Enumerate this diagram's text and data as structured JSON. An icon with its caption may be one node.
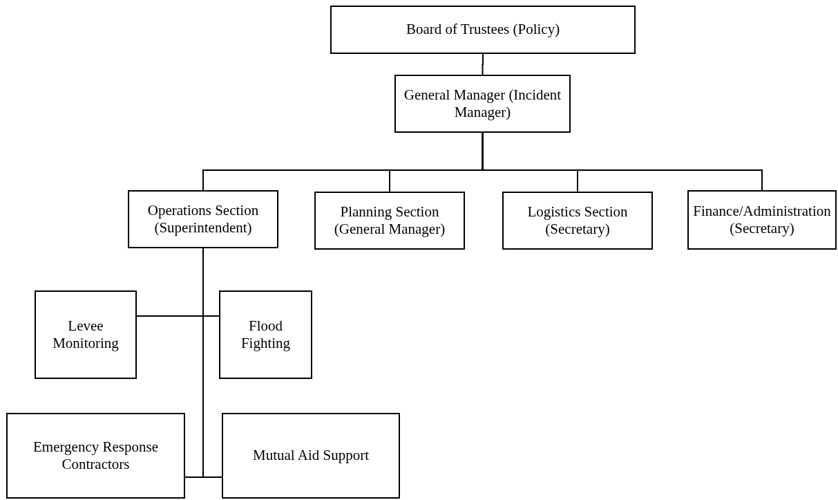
{
  "diagram": {
    "nodes": [
      {
        "text": [
          "Board of Trustees (Policy)"
        ]
      },
      {
        "text": [
          "General Manager (Incident Manager)"
        ]
      },
      {
        "text": [
          "Operations Section (Superintendent)"
        ]
      },
      {
        "text": [
          "Planning Section (General Manager)"
        ]
      },
      {
        "text": [
          "Logistics Section (Secretary)"
        ]
      },
      {
        "text": [
          "Finance/Administration (Secretary)"
        ]
      },
      {
        "text": [
          "Levee Monitoring"
        ]
      },
      {
        "text": [
          "Flood Fighting"
        ]
      },
      {
        "text": [
          "Emergency Response Contractors"
        ]
      },
      {
        "text": [
          "Mutual Aid Support"
        ]
      }
    ],
    "edges": [
      {
        "from": 0,
        "to": 1,
        "arrow": "none"
      },
      {
        "from": 1,
        "to": 2,
        "arrow": "none"
      },
      {
        "from": 1,
        "to": 3,
        "arrow": "none"
      },
      {
        "from": 1,
        "to": 4,
        "arrow": "none"
      },
      {
        "from": 1,
        "to": 5,
        "arrow": "none"
      },
      {
        "from": 2,
        "to": 6,
        "arrow": "none"
      },
      {
        "from": 2,
        "to": 7,
        "arrow": "none"
      },
      {
        "from": 2,
        "to": 8,
        "arrow": "none"
      },
      {
        "from": 2,
        "to": 9,
        "arrow": "none"
      }
    ]
  }
}
